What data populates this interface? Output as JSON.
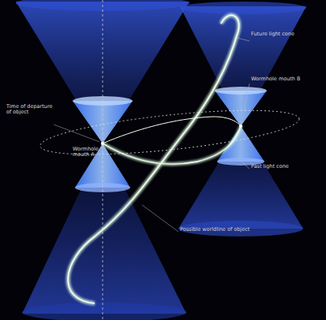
{
  "diagram": {
    "labels": [
      "Future light cone",
      "Wormhole mouth B",
      "Time of departure of object",
      "Wormhole mouth A",
      "Past light cone",
      "Possible worldline of object"
    ]
  }
}
